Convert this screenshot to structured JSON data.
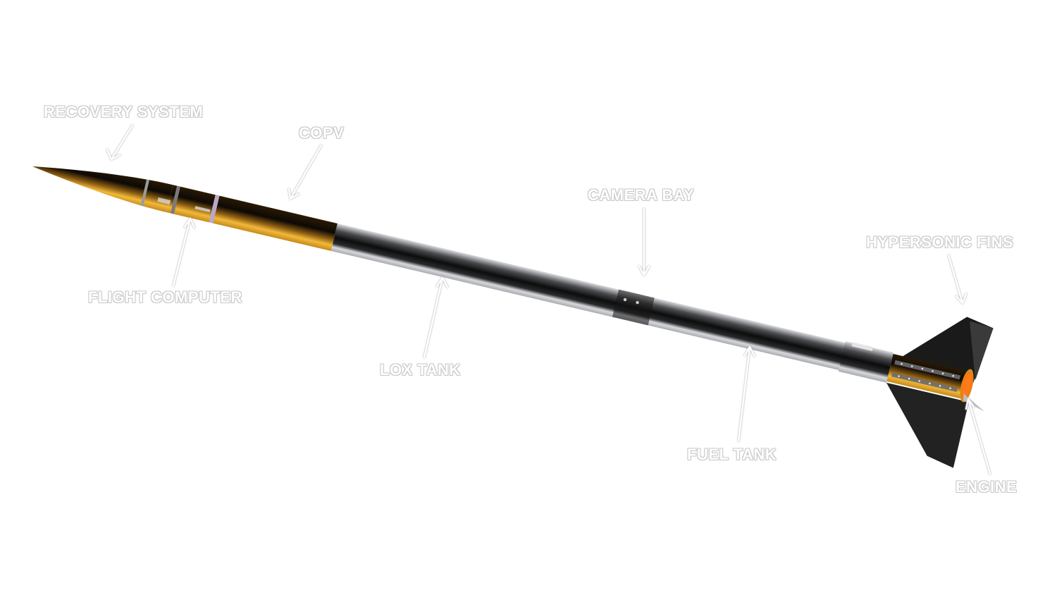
{
  "labels": {
    "recovery_system": "RECOVERY SYSTEM",
    "copv": "COPV",
    "flight_computer": "FLIGHT COMPUTER",
    "lox_tank": "LOX TANK",
    "camera_bay": "CAMERA BAY",
    "hypersonic_fins": "HYPERSONIC FINS",
    "fuel_tank": "FUEL TANK",
    "engine": "ENGINE"
  },
  "colors": {
    "nose_gold": "#c9962a",
    "body_silver": "#c4c6c8",
    "body_dark": "#1a1a1a",
    "fins": "#1e1e1e",
    "engine_glow": "#ff7a1a",
    "label_outline": "#c9c9c9"
  }
}
